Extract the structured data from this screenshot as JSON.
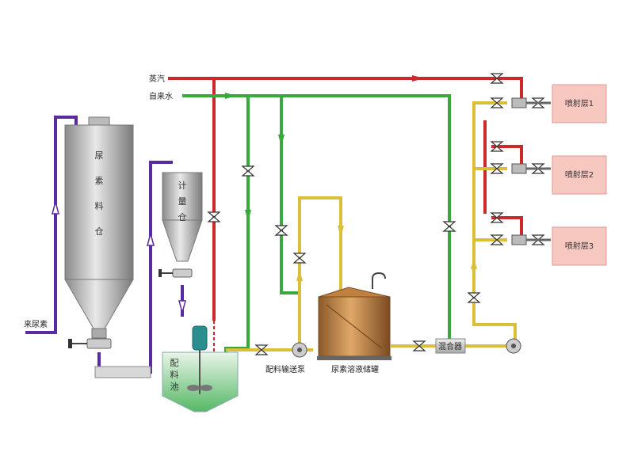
{
  "inputs": {
    "steam": "蒸汽",
    "tap_water": "自来水",
    "urea_in": "来尿素"
  },
  "equipment": {
    "urea_silo": [
      "尿",
      "素",
      "料",
      "仓"
    ],
    "metering_bin": [
      "计",
      "量",
      "仓"
    ],
    "mixing_tank": [
      "配",
      "料",
      "池"
    ],
    "feed_pump": "配料输送泵",
    "storage_tank": "尿素溶液储罐",
    "mixer": "混合器"
  },
  "injection_layers": [
    "喷射层1",
    "喷射层2",
    "喷射层3"
  ],
  "colors": {
    "steam_line": "#cc2a2a",
    "water_line": "#3aa83a",
    "solution_line": "#d9bf3a",
    "solids_line": "#5a2aa0",
    "layer_box": "#f6c8bf"
  }
}
